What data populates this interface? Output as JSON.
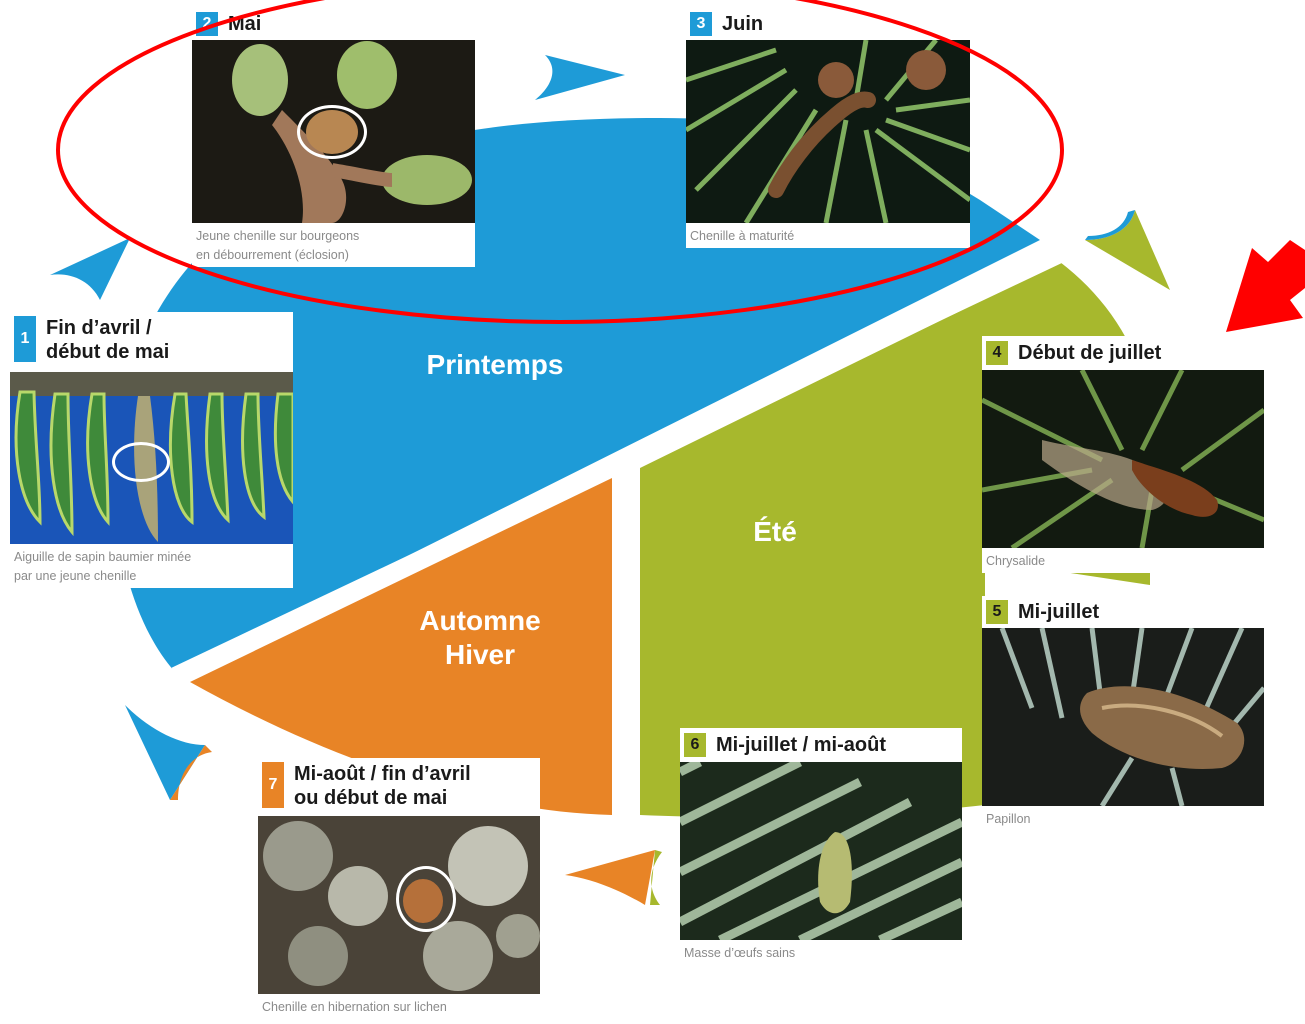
{
  "seasons": {
    "spring": "Printemps",
    "summer": "Été",
    "autumn_line1": "Automne",
    "autumn_line2": "Hiver"
  },
  "stages": [
    {
      "number": "1",
      "title_line1": "Fin d’avril /",
      "title_line2": "début de mai",
      "caption_line1": "Aiguille de sapin baumier minée",
      "caption_line2": "par une jeune chenille"
    },
    {
      "number": "2",
      "title": "Mai",
      "caption_line1": "Jeune chenille sur bourgeons",
      "caption_line2": "en débourrement (éclosion)"
    },
    {
      "number": "3",
      "title": "Juin",
      "caption": "Chenille à maturité"
    },
    {
      "number": "4",
      "title": "Début de juillet",
      "caption": "Chrysalide"
    },
    {
      "number": "5",
      "title": "Mi-juillet",
      "caption": "Papillon"
    },
    {
      "number": "6",
      "title": "Mi-juillet / mi-août",
      "caption": "Masse d’œufs sains"
    },
    {
      "number": "7",
      "title_line1": "Mi-août / fin d’avril",
      "title_line2": "ou début de mai",
      "caption": "Chenille en hibernation sur lichen"
    }
  ],
  "colors": {
    "spring": "#1e9bd7",
    "summer": "#a7b82d",
    "autumn": "#e88426",
    "annotation": "#ff0000"
  }
}
